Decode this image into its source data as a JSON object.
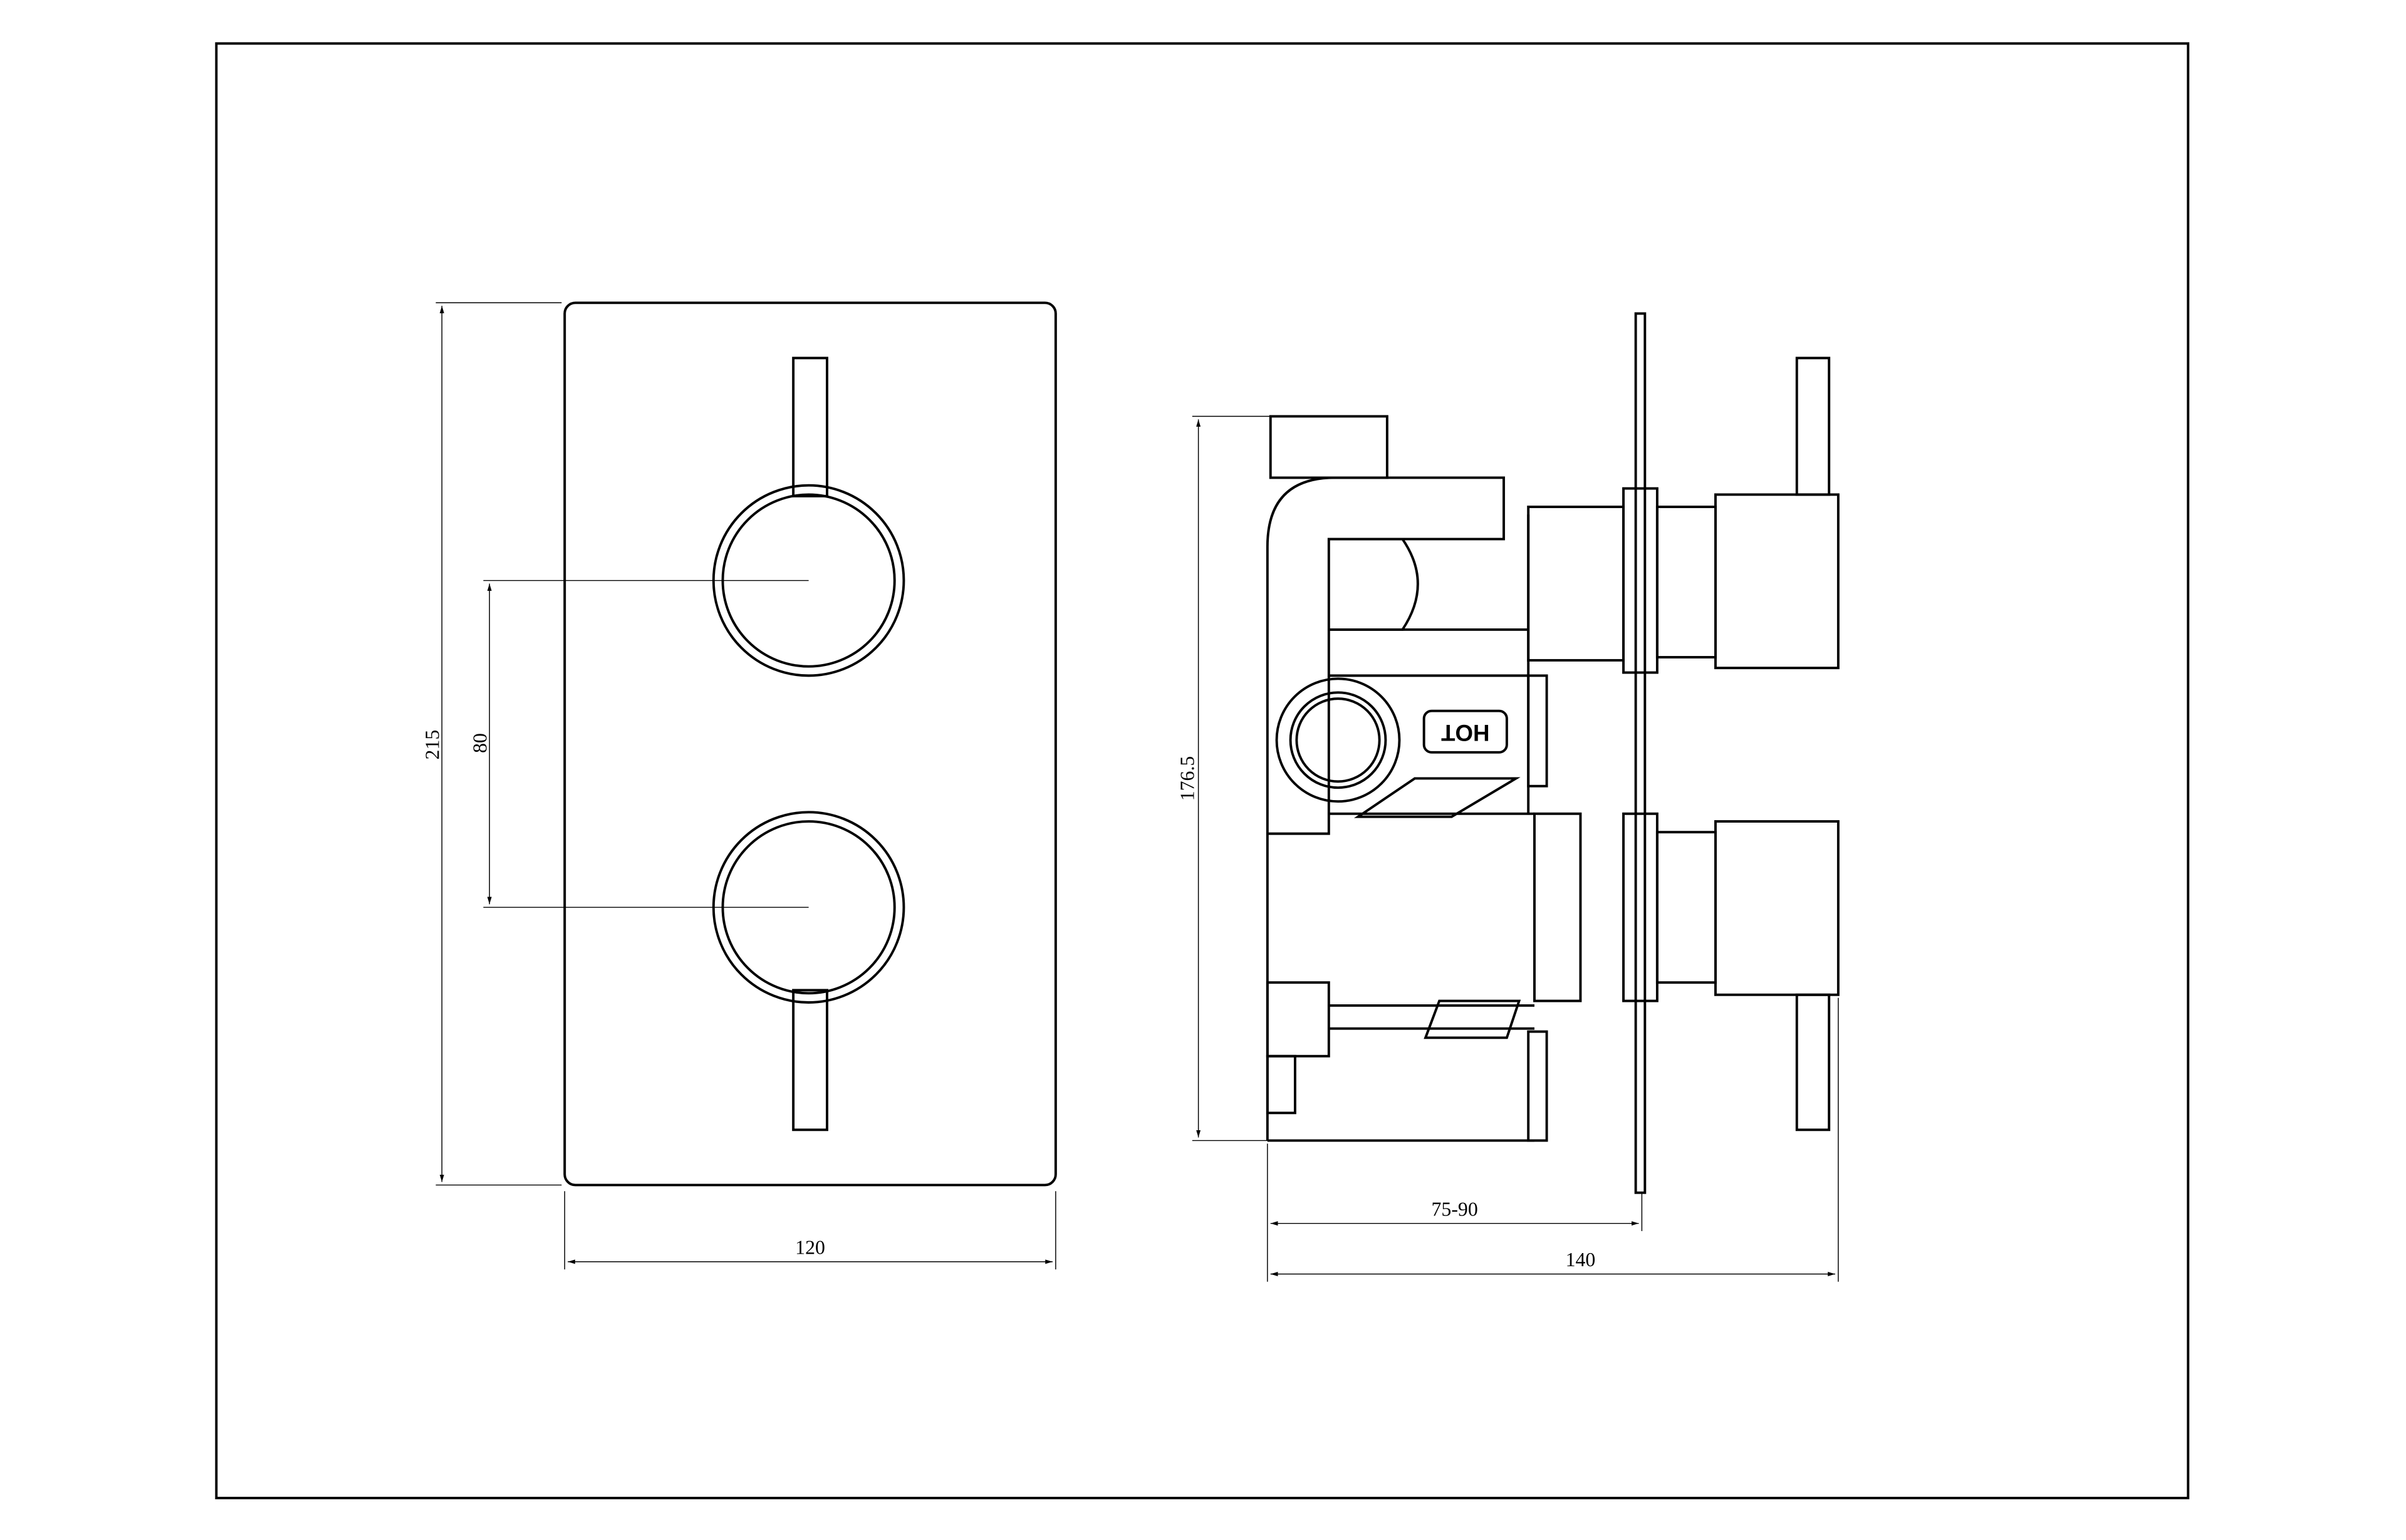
{
  "front_view": {
    "dimensions": {
      "height": "215",
      "handle_spacing": "80",
      "width": "120"
    }
  },
  "side_view": {
    "dimensions": {
      "body_height": "176.5",
      "wall_depth": "75-90",
      "total_depth": "140"
    },
    "port_label": "HOT"
  },
  "colors": {
    "line": "#000000",
    "background": "#ffffff"
  }
}
